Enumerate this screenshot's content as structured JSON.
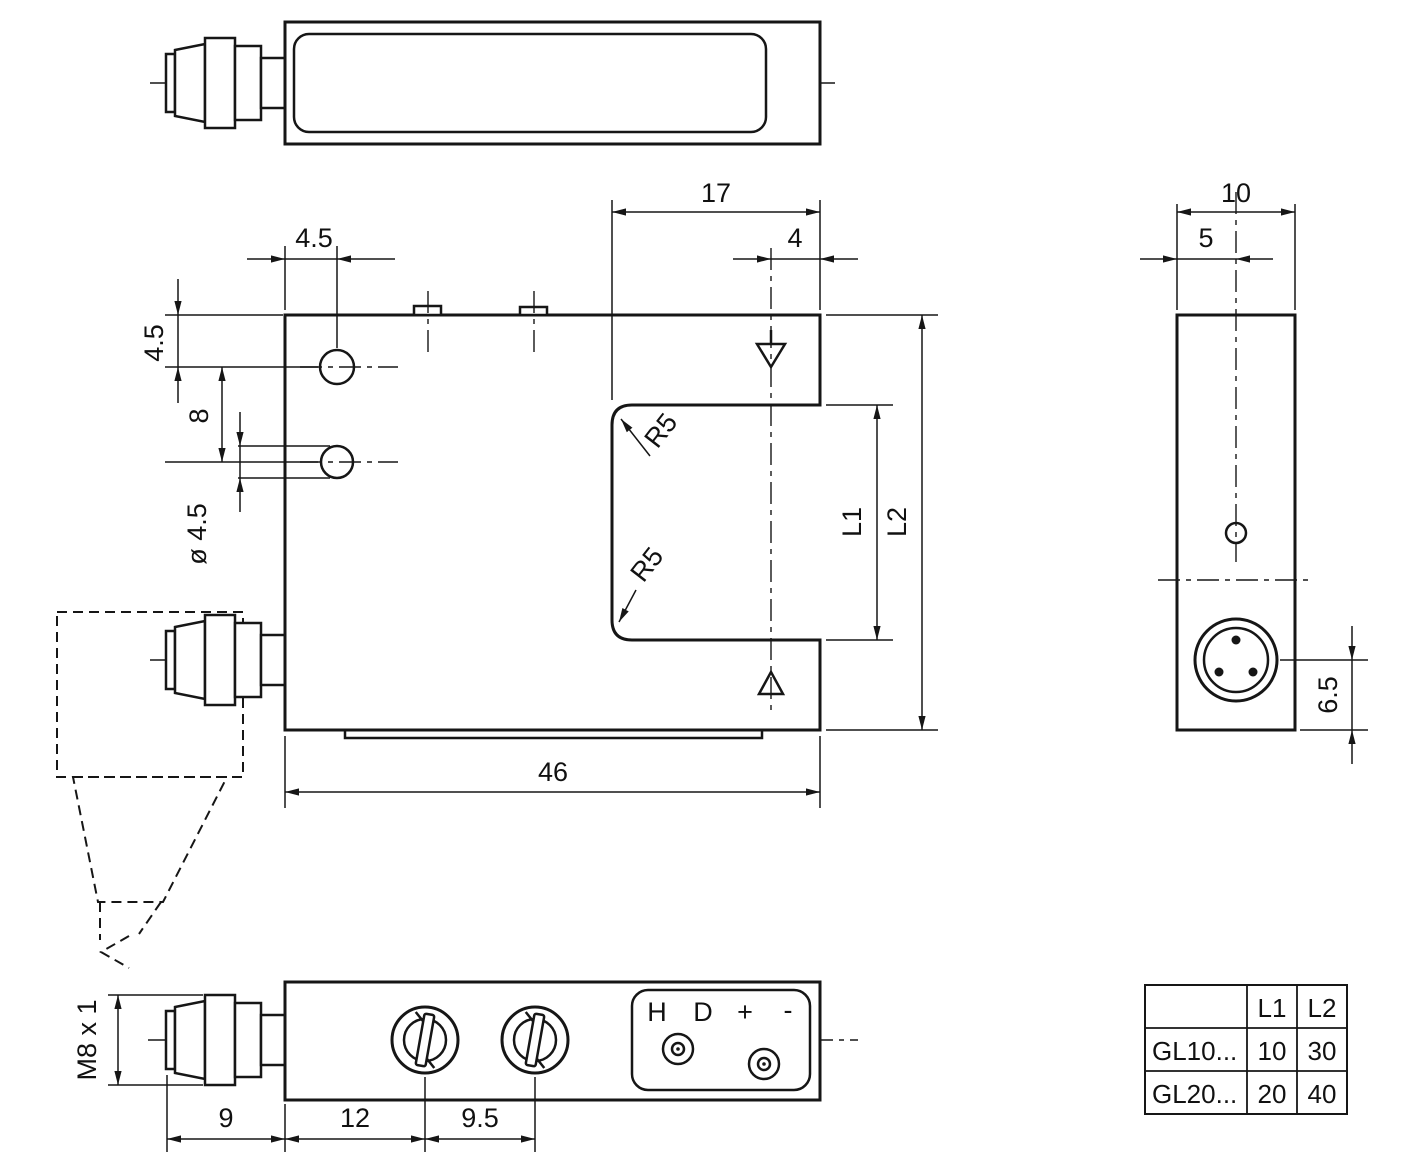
{
  "front": {
    "dim_slot_width": "17",
    "dim_axis_offset": "4",
    "dim_hole_offset_x": "4.5",
    "dim_hole_offset_y": "4.5",
    "dim_hole_pitch": "8",
    "dim_hole_dia": "ø 4.5",
    "dim_radius_top": "R5",
    "dim_radius_bottom": "R5",
    "dim_l1": "L1",
    "dim_l2": "L2",
    "dim_width": "46"
  },
  "side": {
    "dim_width": "10",
    "dim_half_width": "5",
    "dim_connector_offset": "6.5"
  },
  "bottom": {
    "dim_thread": "M8 x 1",
    "dim_a": "9",
    "dim_b": "12",
    "dim_c": "9.5",
    "label_h": "H",
    "label_d": "D",
    "label_plus": "+",
    "label_minus": "-"
  },
  "table": {
    "col_l1": "L1",
    "col_l2": "L2",
    "rows": [
      {
        "model": "GL10...",
        "l1": "10",
        "l2": "30"
      },
      {
        "model": "GL20...",
        "l1": "20",
        "l2": "40"
      }
    ]
  }
}
